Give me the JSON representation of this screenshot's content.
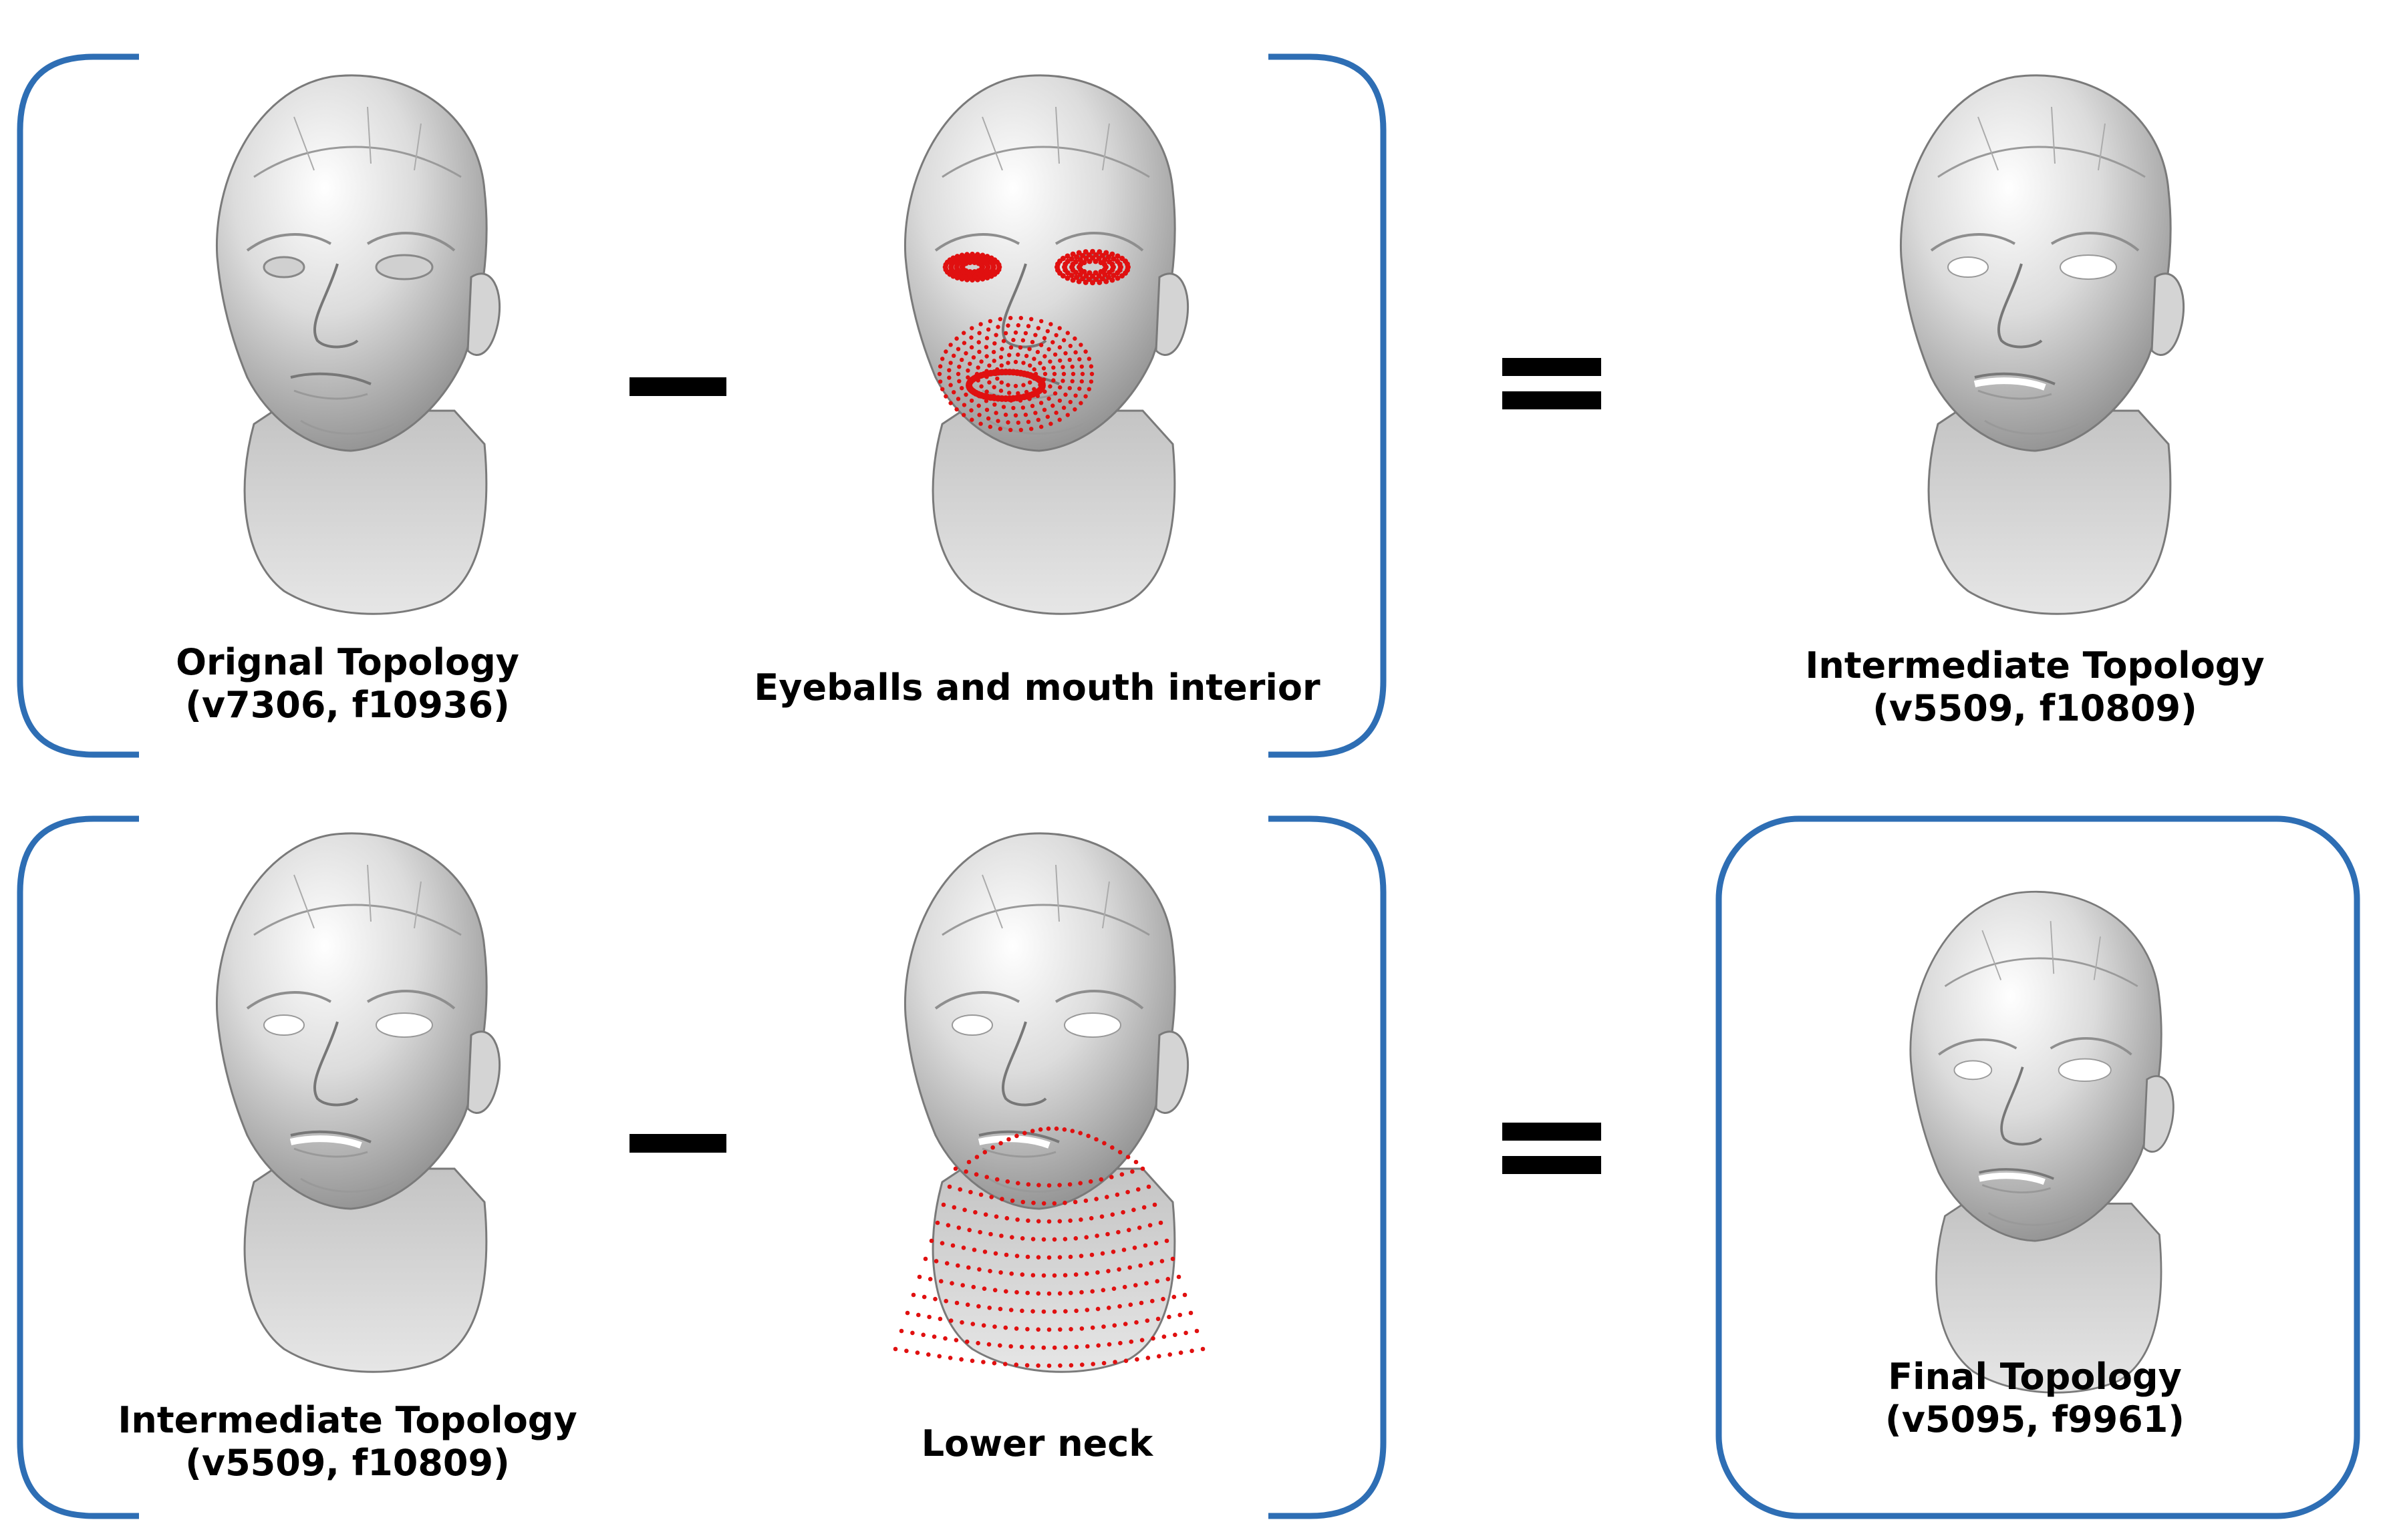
{
  "rows": [
    {
      "items": [
        {
          "name": "original-topology",
          "title": "Orignal Topology",
          "subtitle": "(v7306, f10936)",
          "markers": "none"
        },
        {
          "name": "eyeballs-mouth-interior",
          "title": "Eyeballs and mouth interior",
          "subtitle": "",
          "markers": "eyes-mouth"
        },
        {
          "name": "intermediate-topology-result",
          "title": "Intermediate Topology",
          "subtitle": "(v5509, f10809)",
          "markers": "none",
          "holes": true
        }
      ]
    },
    {
      "items": [
        {
          "name": "intermediate-topology-input",
          "title": "Intermediate Topology",
          "subtitle": "(v5509, f10809)",
          "markers": "none",
          "holes": true
        },
        {
          "name": "lower-neck",
          "title": "Lower neck",
          "subtitle": "",
          "markers": "neck",
          "holes": true
        },
        {
          "name": "final-topology",
          "title": "Final Topology",
          "subtitle": "(v5095, f9961)",
          "markers": "none",
          "holes": true
        }
      ]
    }
  ],
  "colors": {
    "bracket": "#2e6eb4",
    "marker": "#e01010",
    "mesh": "#c8c8c8"
  },
  "operators": {
    "minus": "minus-sign",
    "equals": "equals-sign"
  }
}
